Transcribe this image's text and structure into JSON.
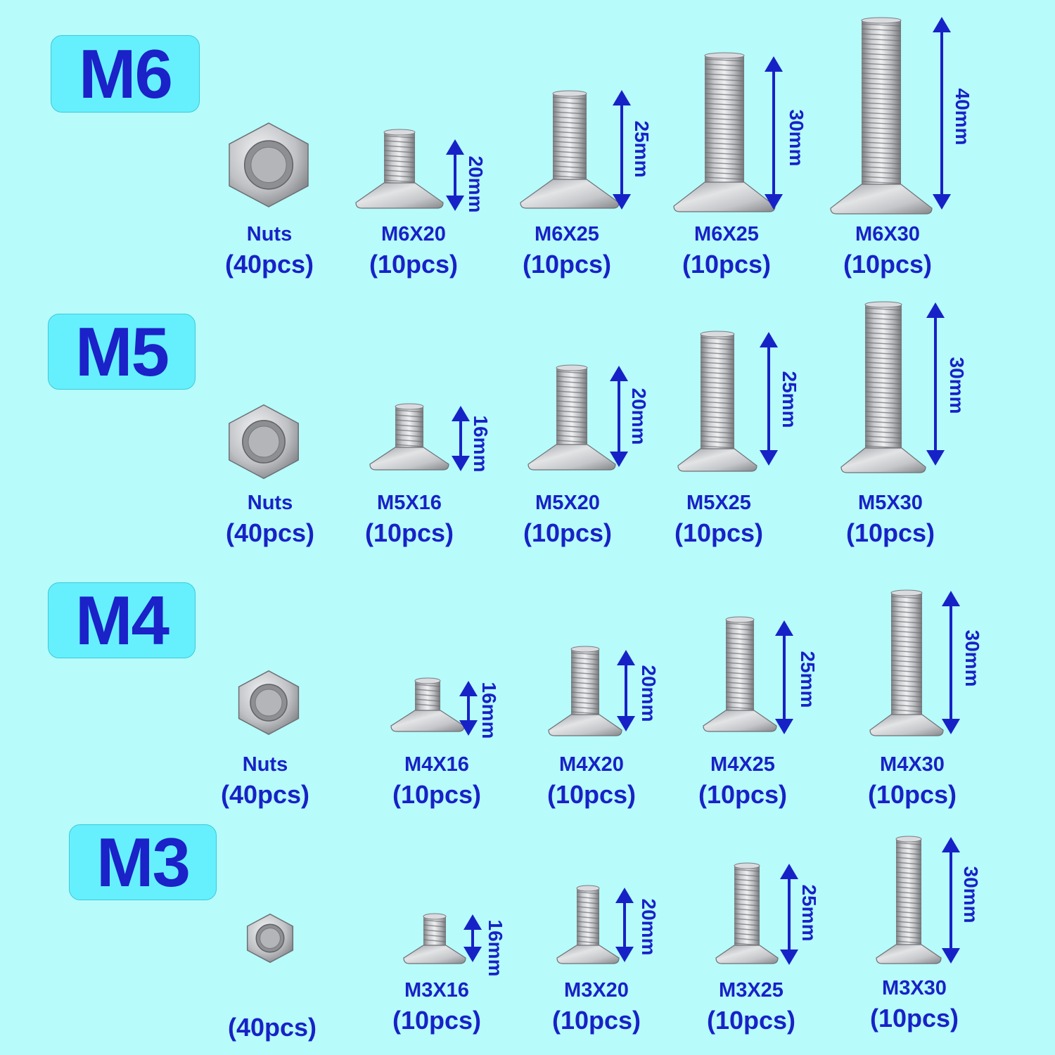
{
  "sections": [
    {
      "title": "M6",
      "items": [
        {
          "kind": "nut",
          "name": "Nuts",
          "qty": "(40pcs)"
        },
        {
          "kind": "screw",
          "name": "M6X20",
          "qty": "(10pcs)",
          "dim": "20mm"
        },
        {
          "kind": "screw",
          "name": "M6X25",
          "qty": "(10pcs)",
          "dim": "25mm"
        },
        {
          "kind": "screw",
          "name": "M6X25",
          "qty": "(10pcs)",
          "dim": "30mm"
        },
        {
          "kind": "screw",
          "name": "M6X30",
          "qty": "(10pcs)",
          "dim": "40mm"
        }
      ]
    },
    {
      "title": "M5",
      "items": [
        {
          "kind": "nut",
          "name": "Nuts",
          "qty": "(40pcs)"
        },
        {
          "kind": "screw",
          "name": "M5X16",
          "qty": "(10pcs)",
          "dim": "16mm"
        },
        {
          "kind": "screw",
          "name": "M5X20",
          "qty": "(10pcs)",
          "dim": "20mm"
        },
        {
          "kind": "screw",
          "name": "M5X25",
          "qty": "(10pcs)",
          "dim": "25mm"
        },
        {
          "kind": "screw",
          "name": "M5X30",
          "qty": "(10pcs)",
          "dim": "30mm"
        }
      ]
    },
    {
      "title": "M4",
      "items": [
        {
          "kind": "nut",
          "name": "Nuts",
          "qty": "(40pcs)"
        },
        {
          "kind": "screw",
          "name": "M4X16",
          "qty": "(10pcs)",
          "dim": "16mm"
        },
        {
          "kind": "screw",
          "name": "M4X20",
          "qty": "(10pcs)",
          "dim": "20mm"
        },
        {
          "kind": "screw",
          "name": "M4X25",
          "qty": "(10pcs)",
          "dim": "25mm"
        },
        {
          "kind": "screw",
          "name": "M4X30",
          "qty": "(10pcs)",
          "dim": "30mm"
        }
      ]
    },
    {
      "title": "M3",
      "items": [
        {
          "kind": "nut",
          "name": "",
          "qty": "(40pcs)"
        },
        {
          "kind": "screw",
          "name": "M3X16",
          "qty": "(10pcs)",
          "dim": "16mm"
        },
        {
          "kind": "screw",
          "name": "M3X20",
          "qty": "(10pcs)",
          "dim": "20mm"
        },
        {
          "kind": "screw",
          "name": "M3X25",
          "qty": "(10pcs)",
          "dim": "25mm"
        },
        {
          "kind": "screw",
          "name": "M3X30",
          "qty": "(10pcs)",
          "dim": "30mm"
        }
      ]
    }
  ],
  "colors": {
    "background": "#b7fbfb",
    "badge": "#66f0fd",
    "text": "#1722c6",
    "metal": "#c8cacc"
  }
}
